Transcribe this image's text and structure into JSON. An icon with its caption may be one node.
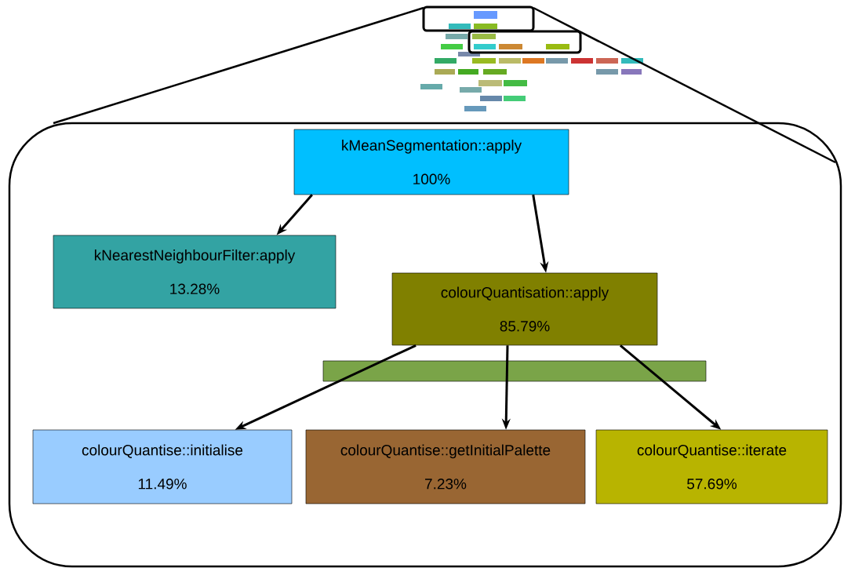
{
  "diagram": {
    "nodes": [
      {
        "text": [],
        "shape": "box"
      },
      {
        "text": [
          "kMeanSegmentation::apply",
          "100%"
        ],
        "in": 0
      },
      {
        "text": [
          "kNearestNeighbourFilter:apply",
          "13.28%"
        ],
        "in": 0
      },
      {
        "text": [
          "colourQuantisation::apply",
          "85.79%"
        ],
        "in": 0
      },
      {
        "text": [
          "colourQuantise::initialise",
          "11.49%"
        ],
        "in": 0
      },
      {
        "text": [
          "colourQuantise::getInitialPalette",
          "7.23%"
        ],
        "in": 0
      },
      {
        "text": [
          "colourQuantise::iterate",
          "57.69%"
        ],
        "in": 0
      }
    ],
    "edges": [
      {
        "from": 1,
        "to": 2,
        "arrow": "to"
      },
      {
        "from": 1,
        "to": 3,
        "arrow": "to"
      },
      {
        "from": 3,
        "to": 4,
        "arrow": "to"
      },
      {
        "from": 3,
        "to": 5,
        "arrow": "to"
      },
      {
        "from": 3,
        "to": 6,
        "arrow": "to"
      }
    ]
  }
}
